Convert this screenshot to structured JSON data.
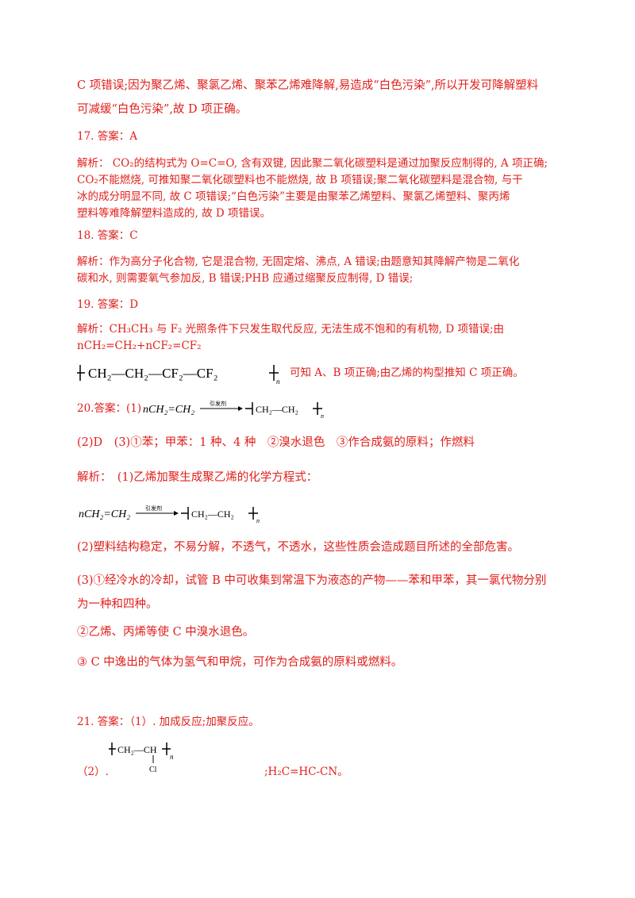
{
  "q16_tail": {
    "line1": "C 项错误;因为聚乙烯、聚氯乙烯、聚苯乙烯难降解,易造成“白色污染”,所以开发可降解塑料",
    "line2": "可减缓“白色污染”,故 D 项正确。"
  },
  "q17": {
    "answer": "17. 答案：A",
    "exp_line1": "解析： CO₂的结构式为 O=C=O, 含有双键, 因此聚二氧化碳塑料是通过加聚反应制得的, A 项正确;",
    "exp_line2": "CO₂不能燃烧, 可推知聚二氧化碳塑料也不能燃烧, 故 B 项错误;聚二氧化碳塑料是混合物, 与干",
    "exp_line3": "冰的成分明显不同, 故 C 项错误;“白色污染”主要是由聚苯乙烯塑料、聚氯乙烯塑料、聚丙烯",
    "exp_line4": "塑料等难降解塑料造成的, 故 D 项错误。"
  },
  "q18": {
    "answer": "18. 答案：C",
    "exp_line1": "解析：作为高分子化合物, 它是混合物, 无固定熔、沸点, A 错误;由题意知其降解产物是二氧化",
    "exp_line2": "碳和水, 则需要氧气参加反, B 错误;PHB 应通过缩聚反应制得, D 错误;"
  },
  "q19": {
    "answer": "19. 答案：D",
    "exp_line1": "解析：CH₃CH₃ 与 F₂ 光照条件下只发生取代反应, 无法生成不饱和的有机物, D 项错误;由",
    "exp_line2": "nCH₂=CH₂+nCF₂=CF₂",
    "poly_text": "CH₂—CH₂—CF₂—CF₂",
    "poly_n": "n",
    "exp_tail": "可知 A、B 项正确;由乙烯的构型推知 C 项正确。"
  },
  "q20": {
    "answer_prefix": "20.答案：(1)",
    "reaction_lhs": "nCH₂=CH₂",
    "reagent": "引发剂",
    "product": "CH₂—CH₂",
    "n": "n",
    "answer_line2": "(2)D　(3)①苯；甲苯：1 种、4 种　②溴水退色　③作合成氨的原料；作燃料",
    "exp_intro": "解析：　(1)乙烯加聚生成聚乙烯的化学方程式：",
    "exp_p2": "(2)塑料结构稳定，不易分解，不透气，不透水，这些性质会造成题目所述的全部危害。",
    "exp_p3_line1": "(3)①经冷水的冷却，试管 B 中可收集到常温下为液态的产物——苯和甲苯，其一氯代物分别",
    "exp_p3_line2": "为一种和四种。",
    "exp_p4": "②乙烯、丙烯等使 C 中溴水退色。",
    "exp_p5": "③ C 中逸出的气体为氢气和甲烷，可作为合成氨的原料或燃料。"
  },
  "q21": {
    "answer": "21. 答案：（1）. 加成反应;加聚反应。",
    "part2_label": "（2）.",
    "poly_main": "CH₂—CH",
    "poly_sub": "Cl",
    "poly_n": "n",
    "part2_tail": ";H₂C=HC-CN。"
  }
}
